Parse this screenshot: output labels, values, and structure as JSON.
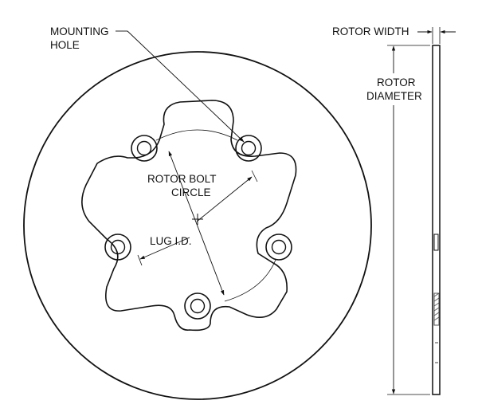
{
  "labels": {
    "mounting_hole_line1": "MOUNTING",
    "mounting_hole_line2": "HOLE",
    "rotor_width": "ROTOR WIDTH",
    "rotor_diameter_line1": "ROTOR",
    "rotor_diameter_line2": "DIAMETER",
    "bolt_circle_line1": "ROTOR BOLT",
    "bolt_circle_line2": "CIRCLE",
    "lug_id": "LUG I.D."
  },
  "colors": {
    "line": "#111111",
    "background": "#ffffff",
    "hatch": "#555555"
  },
  "mounting_hole_count": 5
}
